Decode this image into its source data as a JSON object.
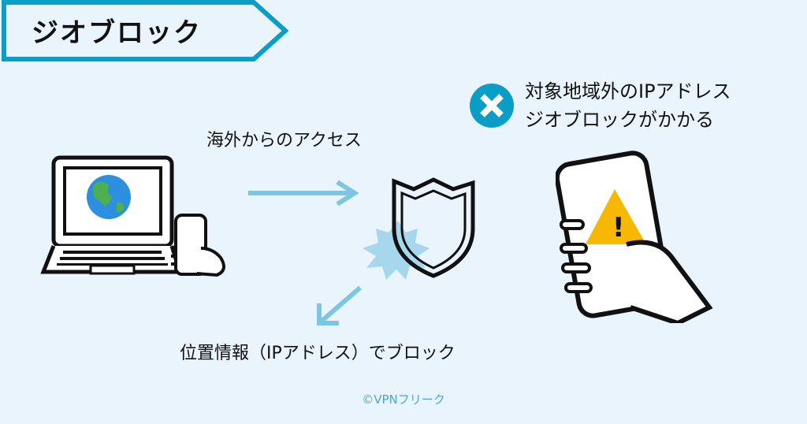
{
  "title": "ジオブロック",
  "access_label": "海外からのアクセス",
  "block_label": "位置情報（IPアドレス）でブロック",
  "result": {
    "line1": "対象地域外のIPアドレス",
    "line2": "ジオブロックがかかる"
  },
  "credit": "©VPNフリーク",
  "colors": {
    "accent": "#0a9dc6",
    "arrow": "#7cc6e2",
    "background": "#e9f4fd",
    "warning": "#f6b800"
  }
}
